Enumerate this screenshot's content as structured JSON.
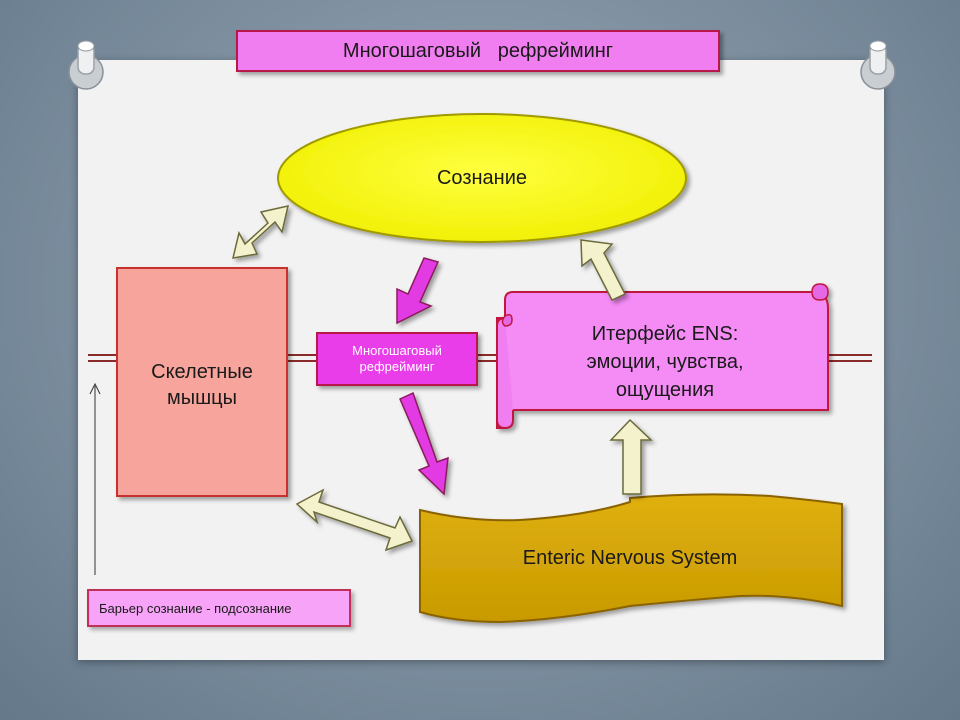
{
  "title": "Многошаговый   рефрейминг",
  "nodes": {
    "consciousness": "Сознание",
    "skeletal_muscles": "Скелетные\nмышцы",
    "center_reframing": "Многошаговый\nрефрейминг",
    "ens_interface": "Итерфейс ENS:\nэмоции, чувства,\nощущения",
    "enteric_nervous_system": "Enteric Nervous System",
    "barrier": "Барьер сознание  - подсознание"
  },
  "colors": {
    "background": "#7d8f9f",
    "paper": "#f2f2f2",
    "title_box": "#f07ef0",
    "consciousness": "#ffff00",
    "muscles": "#f7a59c",
    "center_box": "#e93de9",
    "ens_interface": "#f58bf5",
    "ens": "#d4a500",
    "arrow_magenta": "#e33ae3",
    "arrow_cream": "#f4f2cc"
  }
}
